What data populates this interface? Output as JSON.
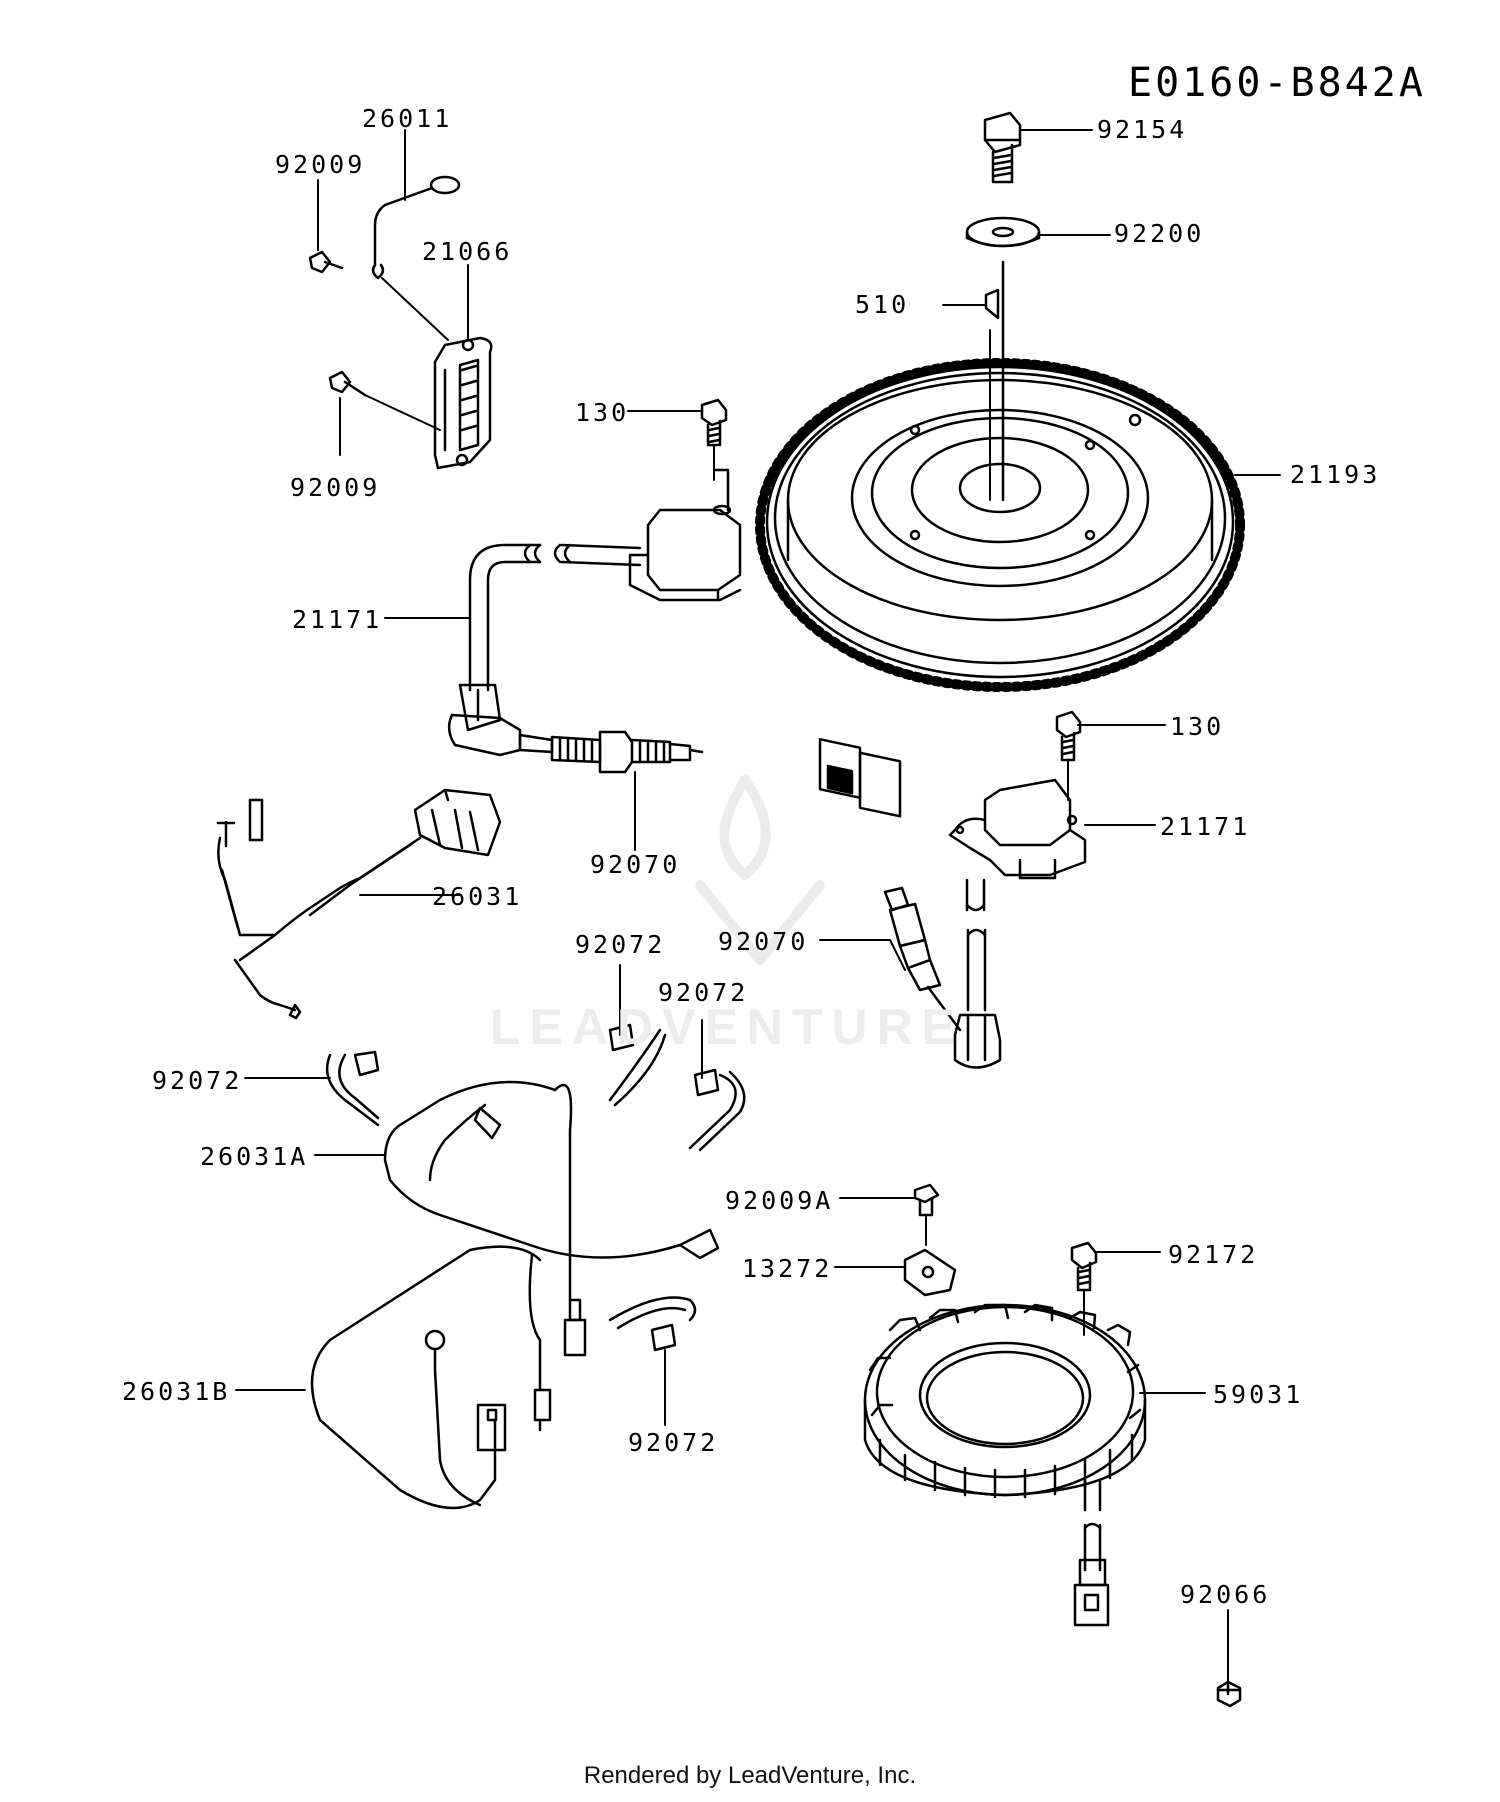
{
  "diagram_code": "E0160-B842A",
  "footer": "Rendered by LeadVenture, Inc.",
  "watermark": "LEADVENTURE",
  "colors": {
    "ink": "#000000",
    "background": "#ffffff",
    "watermark": "#ededed"
  },
  "labels": {
    "l92154": "92154",
    "l92200": "92200",
    "l510": "510",
    "l21193": "21193",
    "l26011": "26011",
    "l92009_top": "92009",
    "l21066": "21066",
    "l92009_bottom": "92009",
    "l130_top": "130",
    "l21171_left": "21171",
    "l92070_left": "92070",
    "l26031": "26031",
    "l130_right": "130",
    "l21171_right": "21171",
    "l92070_right": "92070",
    "l92072_a": "92072",
    "l92072_b": "92072",
    "l92072_c": "92072",
    "l26031A": "26031A",
    "l92009A": "92009A",
    "l13272": "13272",
    "l92172": "92172",
    "l26031B": "26031B",
    "l92072_d": "92072",
    "l59031": "59031",
    "l92066": "92066"
  }
}
